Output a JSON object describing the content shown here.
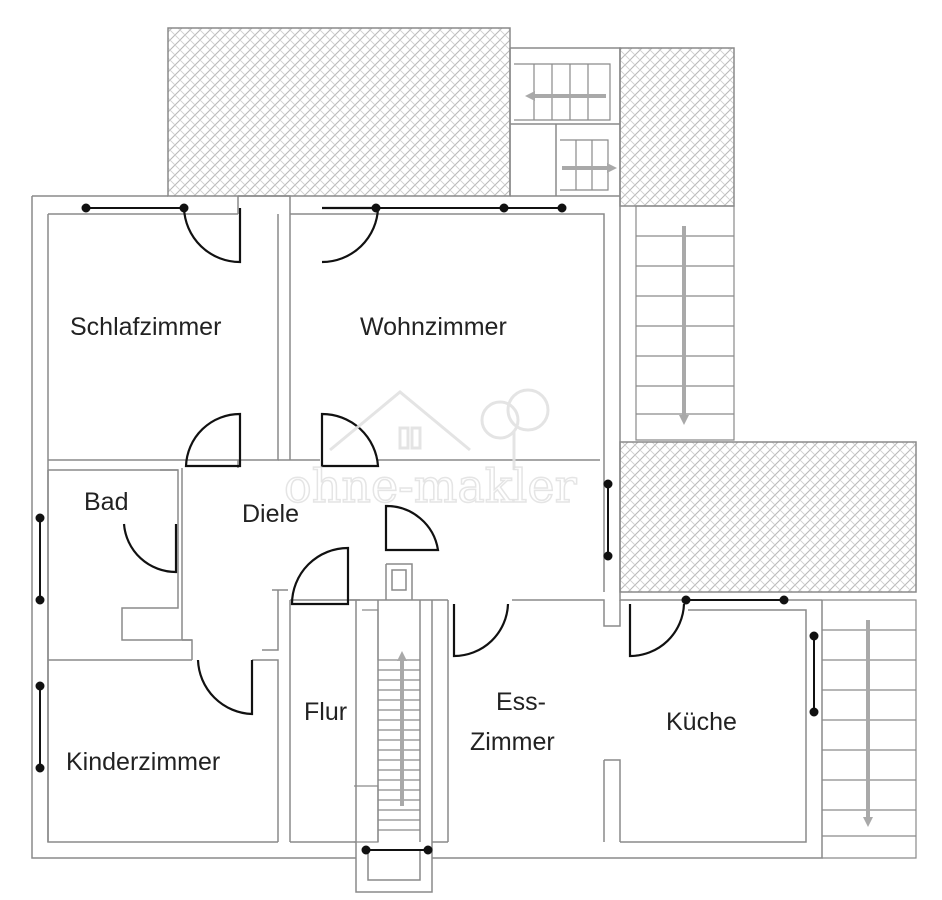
{
  "rooms": {
    "schlafzimmer": "Schlafzimmer",
    "wohnzimmer": "Wohnzimmer",
    "bad": "Bad",
    "diele": "Diele",
    "flur": "Flur",
    "ess_line1": "Ess-",
    "ess_line2": "Zimmer",
    "kueche": "Küche",
    "kinderzimmer": "Kinderzimmer"
  },
  "watermark": {
    "text": "ohne-makler"
  },
  "colors": {
    "wall_stroke": "#8a8a8a",
    "hatch": "#bdbdbd",
    "door": "#111111",
    "arrow": "#a9a9a9",
    "label": "#222222"
  },
  "icons": [
    "house-watermark-icon",
    "tree-watermark-icon"
  ]
}
